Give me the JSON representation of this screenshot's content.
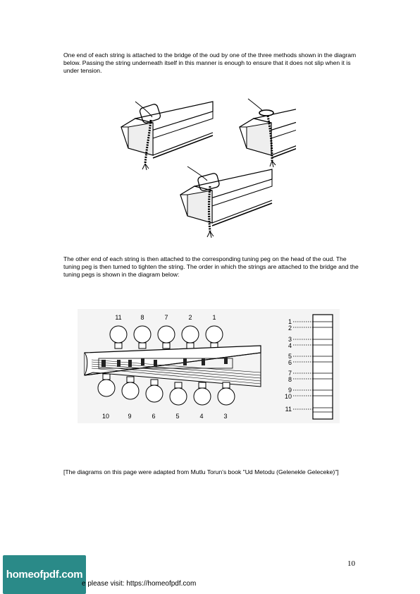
{
  "paragraphs": {
    "intro": "One end of each string is attached to the bridge of the oud by one of the three methods shown in the diagram below. Passing the string underneath itself in this manner is enough to ensure that it does not slip when it is under tension.",
    "tuning": "The other end of each string is then attached to the corresponding tuning peg on the head of the oud. The tuning peg is then turned to tighten the string. The order in which the strings are attached to the bridge and the tuning pegs is shown in the diagram below:",
    "credit": "[The diagrams on this page were adapted from Mutlu Torun's book \"Ud Metodu (Gelenekle Geleceke)\"]"
  },
  "peg_diagram": {
    "top_peg_labels": [
      "11",
      "8",
      "7",
      "2",
      "1"
    ],
    "bottom_peg_labels": [
      "10",
      "9",
      "6",
      "5",
      "4",
      "3"
    ],
    "bridge_labels": [
      "1",
      "2",
      "3",
      "4",
      "5",
      "6",
      "7",
      "8",
      "9",
      "10",
      "11"
    ]
  },
  "page_number": "10",
  "footer": {
    "visit_text": "e please visit: https://homeofpdf.com"
  },
  "logo": {
    "text": "homeofpdf.com"
  }
}
